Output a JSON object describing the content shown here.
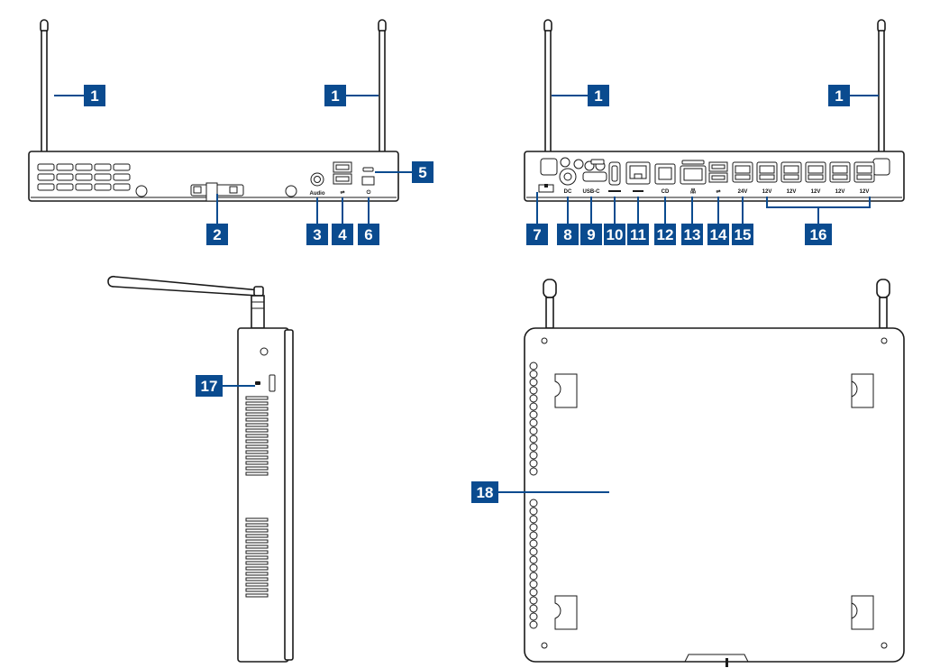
{
  "callouts": {
    "c1": "1",
    "c2": "2",
    "c3": "3",
    "c4": "4",
    "c5": "5",
    "c6": "6",
    "c7": "7",
    "c8": "8",
    "c9": "9",
    "c10": "10",
    "c11": "11",
    "c12": "12",
    "c13": "13",
    "c14": "14",
    "c15": "15",
    "c16": "16",
    "c17": "17",
    "c18": "18"
  },
  "port_labels": {
    "audio": "Audio",
    "dc": "DC",
    "usbc": "USB-C",
    "cd": "CD",
    "v24": "24V",
    "v12": "12V"
  },
  "colors": {
    "badge": "#0a4b8f",
    "outline": "#1a1a1a"
  }
}
